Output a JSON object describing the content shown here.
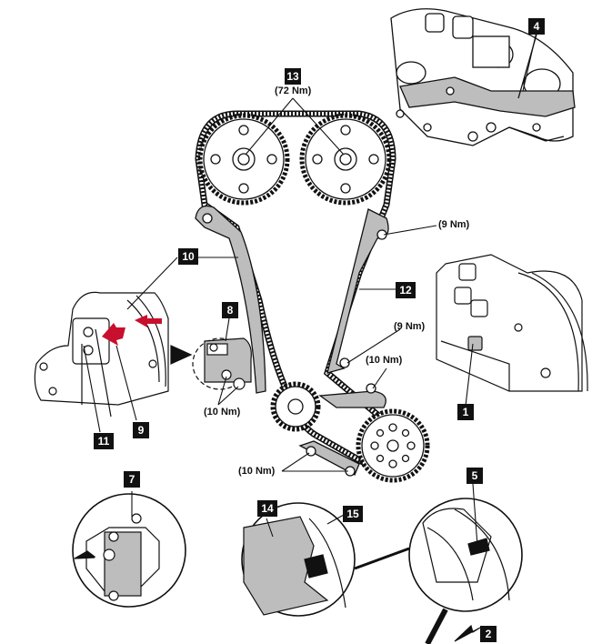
{
  "colors": {
    "ink": "#111111",
    "component_fill": "#bdbdbd",
    "chain_fill": "#ffffff",
    "arrow_red": "#c8102e",
    "badge_bg": "#111111",
    "badge_text": "#ffffff"
  },
  "callouts": {
    "c1": "1",
    "c2": "2",
    "c4": "4",
    "c5": "5",
    "c7": "7",
    "c8": "8",
    "c9": "9",
    "c10": "10",
    "c11": "11",
    "c12": "12",
    "c13": "13",
    "c14": "14",
    "c15": "15"
  },
  "torques": {
    "camshaft_sprockets": "(72 Nm)",
    "upper_rail_bolt": "(9 Nm)",
    "lower_rail_bolt": "(9 Nm)",
    "damper_bolt": "(10 Nm)",
    "tensioner_bolts": "(10 Nm)",
    "lower_guide_bolts": "(10 Nm)"
  },
  "icons": [
    "sprocket-icon",
    "chain-icon",
    "bolt-icon",
    "arrow-icon",
    "tensioner-icon",
    "timing-mark-icon"
  ]
}
